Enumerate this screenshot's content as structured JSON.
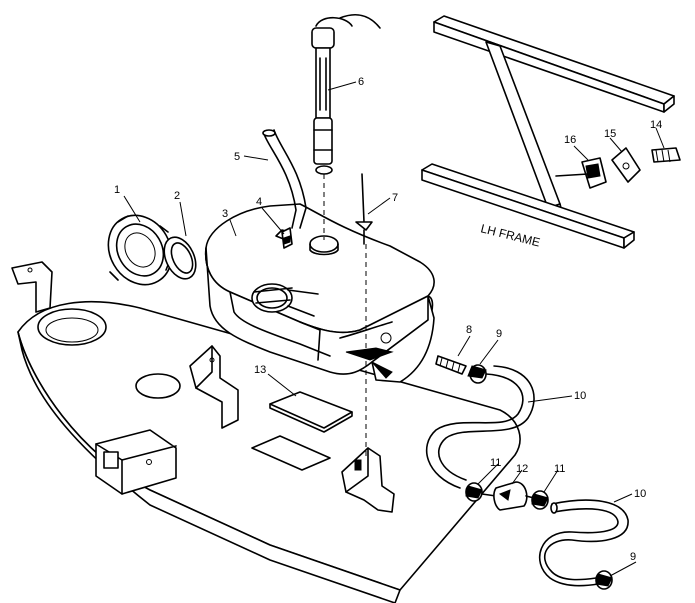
{
  "diagram": {
    "callouts": [
      {
        "id": "c1",
        "text": "1"
      },
      {
        "id": "c2",
        "text": "2"
      },
      {
        "id": "c3",
        "text": "3"
      },
      {
        "id": "c4",
        "text": "4"
      },
      {
        "id": "c5",
        "text": "5"
      },
      {
        "id": "c6",
        "text": "6"
      },
      {
        "id": "c7",
        "text": "7"
      },
      {
        "id": "c8",
        "text": "8"
      },
      {
        "id": "c9a",
        "text": "9"
      },
      {
        "id": "c9b",
        "text": "9"
      },
      {
        "id": "c10a",
        "text": "10"
      },
      {
        "id": "c10b",
        "text": "10"
      },
      {
        "id": "c11a",
        "text": "11"
      },
      {
        "id": "c11b",
        "text": "11"
      },
      {
        "id": "c12",
        "text": "12"
      },
      {
        "id": "c13",
        "text": "13"
      },
      {
        "id": "c14",
        "text": "14"
      },
      {
        "id": "c15",
        "text": "15"
      },
      {
        "id": "c16",
        "text": "16"
      }
    ],
    "frame_label": "LH FRAME"
  }
}
